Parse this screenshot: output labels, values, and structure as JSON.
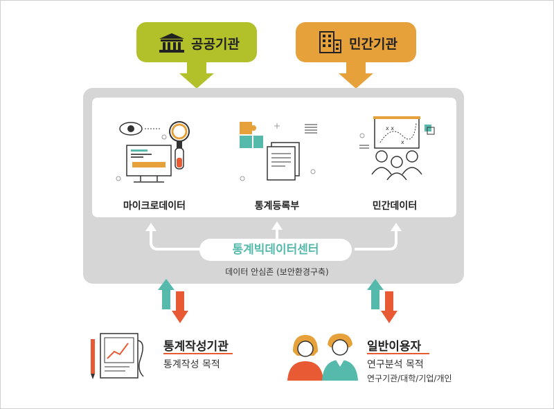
{
  "sources": {
    "public": {
      "label": "공공기관",
      "icon": "government-building-icon",
      "color": "#b2c12a"
    },
    "private": {
      "label": "민간기관",
      "icon": "office-building-icon",
      "color": "#e6a13a"
    }
  },
  "columns": [
    {
      "label": "마이크로데이터",
      "icon": "microdata-analysis-icon"
    },
    {
      "label": "통계등록부",
      "icon": "statistics-register-icon"
    },
    {
      "label": "민간데이터",
      "icon": "private-data-presentation-icon"
    }
  ],
  "center": {
    "title": "통계빅데이터센터",
    "subtitle": "데이터 안심존 (보안환경구축)"
  },
  "users": [
    {
      "title": "통계작성기관",
      "purpose": "통계작성 목적",
      "icon": "statistics-report-icon"
    },
    {
      "title": "일반이용자",
      "purpose": "연구분석 목적",
      "detail": "연구기관/대학/기업/개인",
      "icon": "general-users-icon"
    }
  ],
  "colors": {
    "teal": "#55b9ab",
    "orange": "#e85a34",
    "panel": "#d6d6d6"
  }
}
